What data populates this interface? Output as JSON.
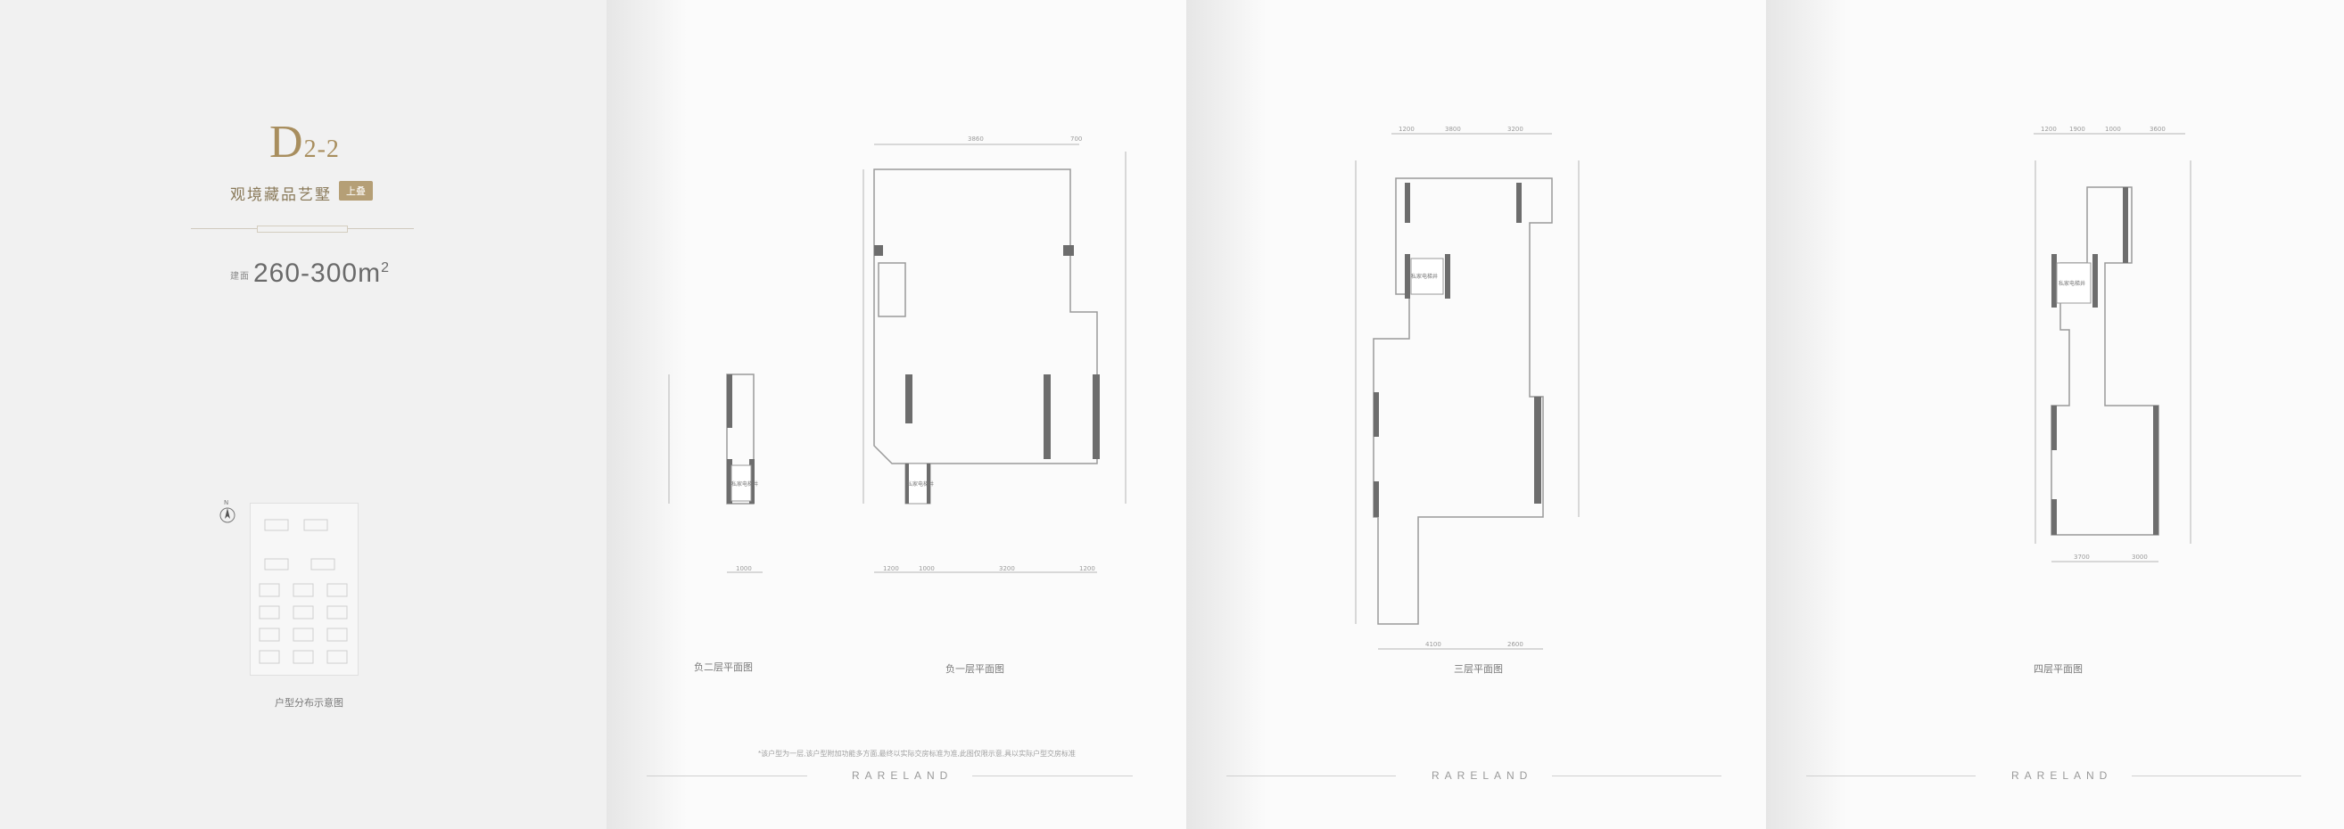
{
  "unit": {
    "code_main": "D",
    "code_sub": "2-2",
    "name": "观境藏品艺墅",
    "badge": "上叠",
    "area_prefix": "建面",
    "area_range": "260-300m",
    "area_sup": "2"
  },
  "site_map": {
    "caption": "户型分布示意图",
    "north_letter": "N"
  },
  "pages": [
    {
      "captions": [
        "负二层平面图",
        "负一层平面图"
      ],
      "disclaimer": "*该户型为一层,该户型附加功能多方面,最终以实际交房标准为准,此图仅限示意,具以实际户型交房标准",
      "brand": "RARELAND",
      "dims_top": [
        "3860",
        "700"
      ],
      "dims_bottom": [
        "1000",
        "1200",
        "1000",
        "3200",
        "1200"
      ]
    },
    {
      "captions": [
        "三层平面图"
      ],
      "brand": "RARELAND",
      "dims_top": [
        "1200",
        "3800",
        "3200"
      ],
      "dims_bottom": [
        "4100",
        "2600"
      ],
      "room_label": "私家电梯井"
    },
    {
      "captions": [
        "四层平面图"
      ],
      "brand": "RARELAND",
      "dims_top": [
        "1200",
        "1900",
        "1000",
        "3600"
      ],
      "dims_bottom": [
        "3700",
        "3000"
      ],
      "room_label": "私家电梯井"
    }
  ],
  "elevator_label": "私家电梯井",
  "colors": {
    "accent": "#a88e5e",
    "badge": "#b59f76",
    "wall_dark": "#6d6d6d"
  }
}
